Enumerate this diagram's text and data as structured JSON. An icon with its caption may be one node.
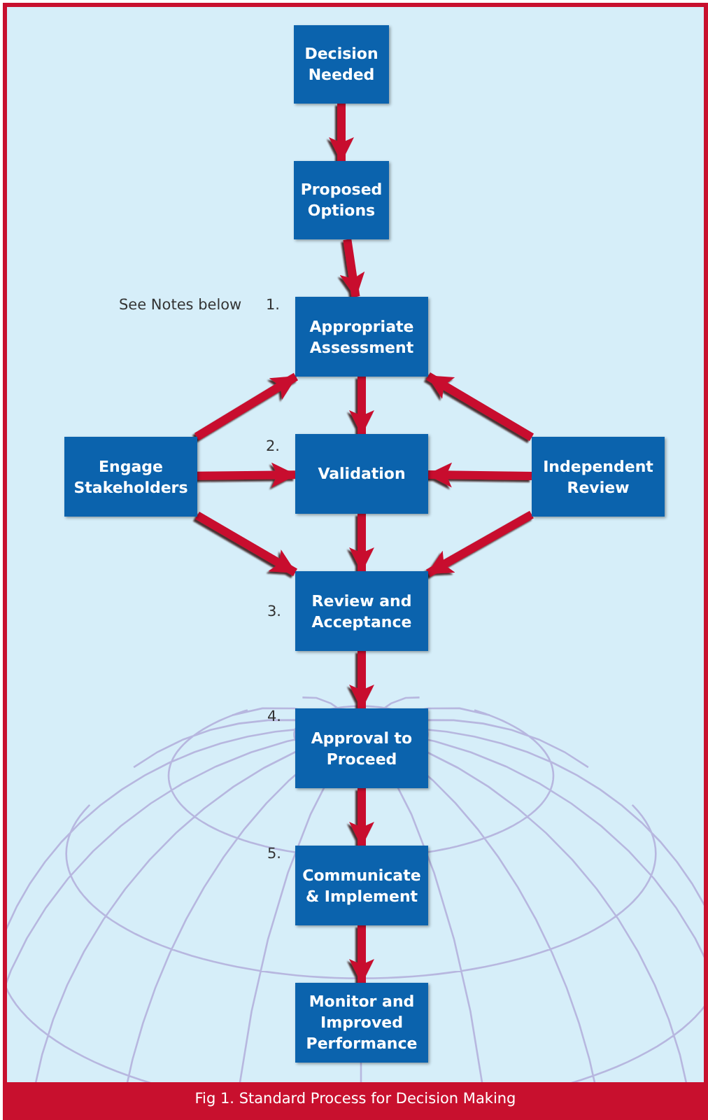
{
  "diagram": {
    "caption": "Fig 1. Standard Process for Decision Making",
    "nodes": [
      {
        "text": [
          "Decision Needed"
        ]
      },
      {
        "text": [
          "Proposed Options"
        ]
      },
      {
        "text": [
          "Appropriate Assessment"
        ]
      },
      {
        "text": [
          "Engage Stakeholders"
        ]
      },
      {
        "text": [
          "Validation"
        ]
      },
      {
        "text": [
          "Independent Review"
        ]
      },
      {
        "text": [
          "Review and Acceptance"
        ]
      },
      {
        "text": [
          "Approval to Proceed"
        ]
      },
      {
        "text": [
          "Communicate & Implement"
        ]
      },
      {
        "text": [
          "Monitor and Improved Performance"
        ]
      }
    ],
    "edges": [
      {
        "from": 0,
        "to": 1,
        "arrow": "to"
      },
      {
        "from": 1,
        "to": 2,
        "arrow": "to"
      },
      {
        "from": 2,
        "to": 4,
        "arrow": "to"
      },
      {
        "from": 4,
        "to": 6,
        "arrow": "to"
      },
      {
        "from": 6,
        "to": 7,
        "arrow": "to"
      },
      {
        "from": 7,
        "to": 8,
        "arrow": "to"
      },
      {
        "from": 8,
        "to": 9,
        "arrow": "to"
      },
      {
        "from": 3,
        "to": 2,
        "arrow": "to"
      },
      {
        "from": 3,
        "to": 4,
        "arrow": "to"
      },
      {
        "from": 3,
        "to": 6,
        "arrow": "to"
      },
      {
        "from": 5,
        "to": 2,
        "arrow": "to"
      },
      {
        "from": 5,
        "to": 4,
        "arrow": "to"
      },
      {
        "from": 5,
        "to": 6,
        "arrow": "to"
      }
    ],
    "labels": [
      "See Notes below",
      "1.",
      "2.",
      "3.",
      "4.",
      "5."
    ]
  }
}
